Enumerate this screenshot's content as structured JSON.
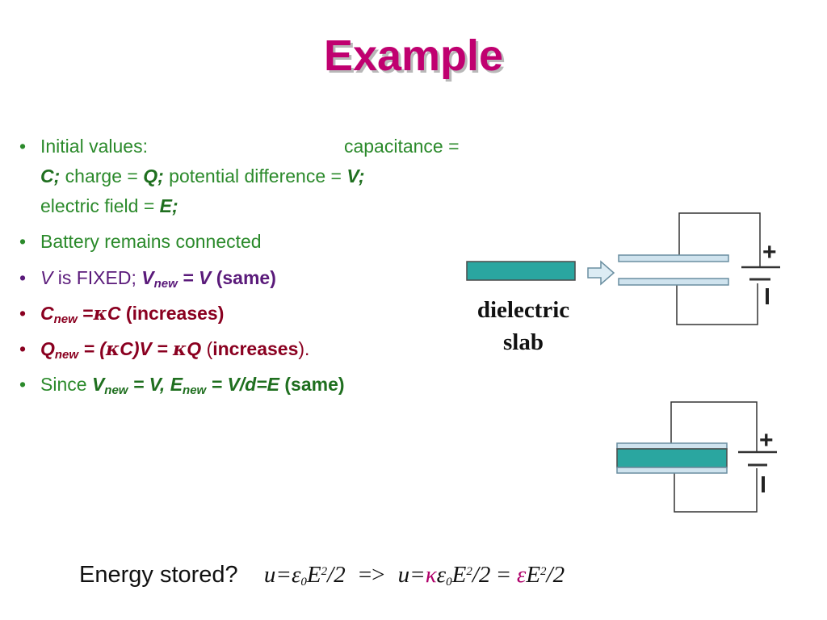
{
  "title": "Example",
  "b1": {
    "initial": "Initial values:",
    "cap_lbl": "capacitance =",
    "C": "C;",
    "charge_lbl": "charge =",
    "Q": "Q;",
    "pd_lbl": "potential difference =",
    "V": "V;",
    "field_lbl": "electric field =",
    "E": "E;"
  },
  "b2": {
    "text": "Battery remains connected"
  },
  "b3": {
    "V": "V",
    "is_fixed": "is FIXED;",
    "Vnew_base": "V",
    "Vnew_sub": "new",
    "eq": "= V",
    "same": "(same)"
  },
  "b4": {
    "C": "C",
    "sub": "new",
    "eq": "=",
    "kappa": "κ",
    "C2": "C",
    "incr": "(increases)"
  },
  "b5": {
    "Q": "Q",
    "sub": "new",
    "eq": "= (",
    "kappa1": "κ",
    "mid": "C)V =",
    "kappa2": "κ",
    "Q2": "Q",
    "paren_open": "(",
    "incr": "increases",
    "paren_close": ")."
  },
  "b6": {
    "since": "Since",
    "V": "V",
    "sub1": "new",
    "mid": "= V, E",
    "sub2": "new",
    "eq": "= V/d=E",
    "same": "(same)"
  },
  "diagram": {
    "label_line1": "dielectric",
    "label_line2": "slab",
    "plus": "+",
    "minus": "−",
    "slab_color": "#2aa6a0",
    "plate_color": "#cfe3ee"
  },
  "energy": {
    "question": "Energy stored?",
    "u1": "u",
    "eq1": "=",
    "eps1": "ε",
    "sub0a": "0",
    "E1": "E",
    "sup2a": "2",
    "half1": "/2",
    "arrow": "=>",
    "u2": "u",
    "eq2": "=",
    "kappa": "κ",
    "eps2": "ε",
    "sub0b": "0",
    "E2": "E",
    "sup2b": "2",
    "half2": "/2",
    "eq3": "=",
    "eps3": "ε",
    "E3": "E",
    "sup2c": "2",
    "half3": "/2"
  }
}
